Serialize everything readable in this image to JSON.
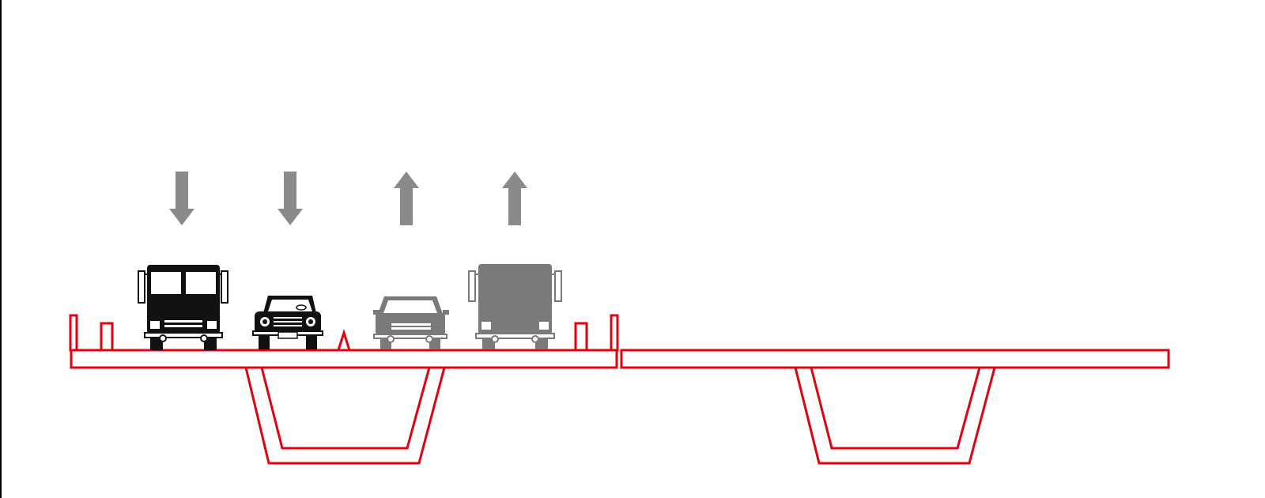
{
  "colors": {
    "structure": "#e3000f",
    "arrow": "#8a8a8a",
    "vehicle_dark": "#111111",
    "vehicle_gray": "#7a7a7a",
    "background": "#ffffff"
  },
  "lanes": [
    {
      "direction": "down",
      "vehicle": "truck-icon",
      "tone": "dark"
    },
    {
      "direction": "down",
      "vehicle": "car-icon",
      "tone": "dark"
    },
    {
      "direction": "up",
      "vehicle": "car-icon",
      "tone": "gray"
    },
    {
      "direction": "up",
      "vehicle": "truck-icon",
      "tone": "gray"
    }
  ],
  "structure": {
    "decks": 2,
    "box_girders": 2,
    "barriers": [
      "outer-left",
      "inner-left",
      "median",
      "inner-right",
      "outer-right"
    ]
  }
}
